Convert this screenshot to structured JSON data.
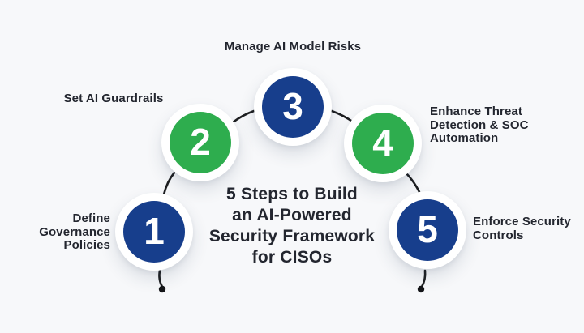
{
  "title": "5 Steps to Build\nan AI-Powered\nSecurity Framework\nfor CISOs",
  "colors": {
    "background": "#f7f8fa",
    "blue": "#173e8c",
    "green": "#2ead4e",
    "text": "#23262f",
    "connector": "#1d1e20",
    "circle_ring": "#ffffff",
    "number_text": "#ffffff"
  },
  "steps": [
    {
      "number": "1",
      "label": "Define\nGovernance\nPolicies",
      "color": "blue"
    },
    {
      "number": "2",
      "label": "Set AI Guardrails",
      "color": "green"
    },
    {
      "number": "3",
      "label": "Manage AI Model Risks",
      "color": "blue"
    },
    {
      "number": "4",
      "label": "Enhance Threat\nDetection & SOC\nAutomation",
      "color": "green"
    },
    {
      "number": "5",
      "label": "Enforce Security\nControls",
      "color": "blue"
    }
  ]
}
